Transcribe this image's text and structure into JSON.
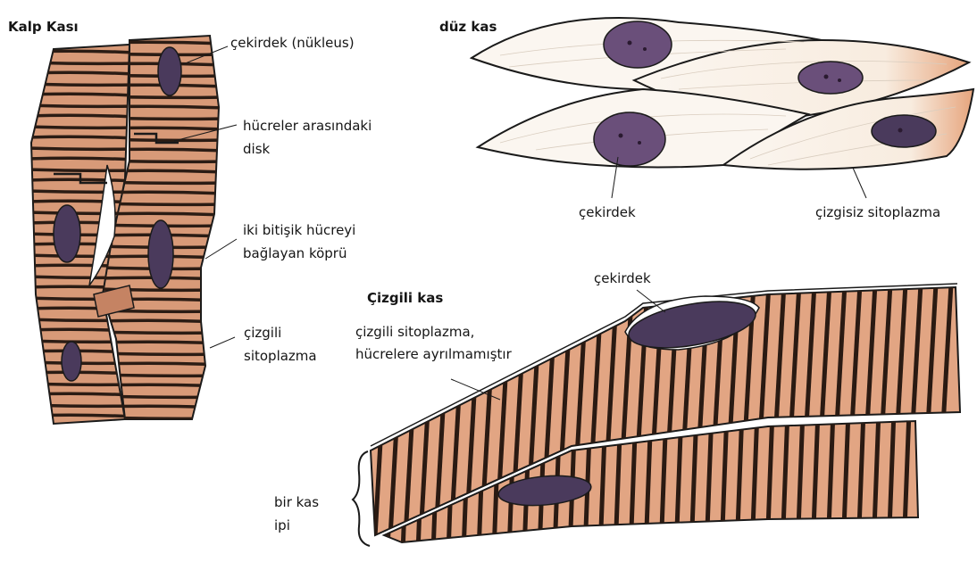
{
  "colors": {
    "cardiac_fill": "#d89a78",
    "cardiac_band": "#2b1c14",
    "nucleus": "#4a3a5c",
    "nucleus_light": "#7a6a8a",
    "smooth_fill": "#fbf6f0",
    "smooth_edge": "#c98a66",
    "skeletal_fill": "#e2a583",
    "skeletal_band": "#2a1a12",
    "outline": "#1a1a1a"
  },
  "sections": {
    "cardiac": {
      "title": "Kalp Kası",
      "labels": {
        "nucleus": "çekirdek (nükleus)",
        "disc": "hücreler arasındaki\ndisk",
        "bridge": "iki bitişik hücreyi\nbağlayan köprü",
        "striated": "çizgili\nsitoplazma"
      }
    },
    "smooth": {
      "title": "düz kas",
      "labels": {
        "nucleus": "çekirdek",
        "cytoplasm": "çizgisiz sitoplazma"
      }
    },
    "skeletal": {
      "title": "Çizgili kas",
      "labels": {
        "nucleus": "çekirdek",
        "cytoplasm": "çizgili sitoplazma,\nhücrelere ayrılmamıştır",
        "fiber": "bir kas\nipi"
      }
    }
  }
}
